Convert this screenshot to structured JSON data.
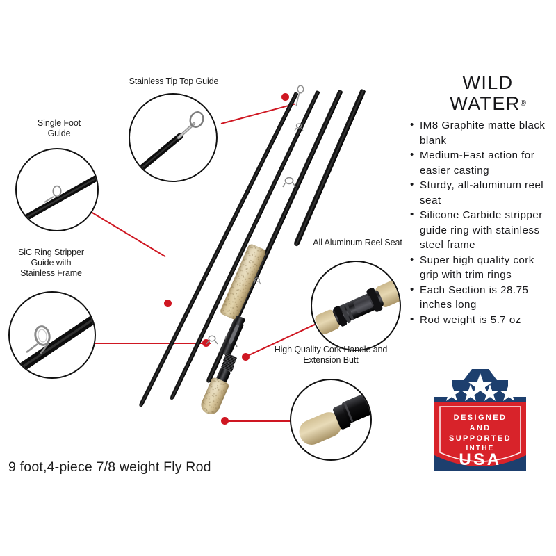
{
  "product": {
    "caption": "9 foot,4-piece 7/8 weight Fly Rod"
  },
  "brand": {
    "line1": "WILD",
    "line2": "WATER",
    "registered": "®"
  },
  "features": [
    "IM8 Graphite matte black blank",
    "Medium-Fast action for easier casting",
    "Sturdy, all-aluminum reel seat",
    "Silicone Carbide stripper guide ring with stainless steel frame",
    "Super high quality cork grip with trim rings",
    "Each Section is 28.75 inches long",
    "Rod weight is 5.7 oz"
  ],
  "callouts": [
    {
      "id": "single-foot-guide",
      "label": "Single Foot\nGuide"
    },
    {
      "id": "stainless-tip-top-guide",
      "label": "Stainless Tip Top Guide"
    },
    {
      "id": "sic-ring-stripper-guide",
      "label": "SiC Ring Stripper\nGuide with\nStainless Frame"
    },
    {
      "id": "all-aluminum-reel-seat",
      "label": "All Aluminum Reel Seat"
    },
    {
      "id": "cork-handle-extension-butt",
      "label": "High Quality Cork Handle and\nExtension Butt"
    }
  ],
  "badge": {
    "line1": "DESIGNED",
    "line2": "AND",
    "line3": "SUPPORTED",
    "line4": "INTHE",
    "line5": "USA",
    "navy": "#1d3f6e",
    "red": "#d8232a",
    "white": "#ffffff"
  },
  "colors": {
    "accent_red": "#cf1722",
    "text": "#17171a",
    "background": "#ffffff",
    "cork": "#d8c79d",
    "blank_black": "#0a0a0a"
  }
}
